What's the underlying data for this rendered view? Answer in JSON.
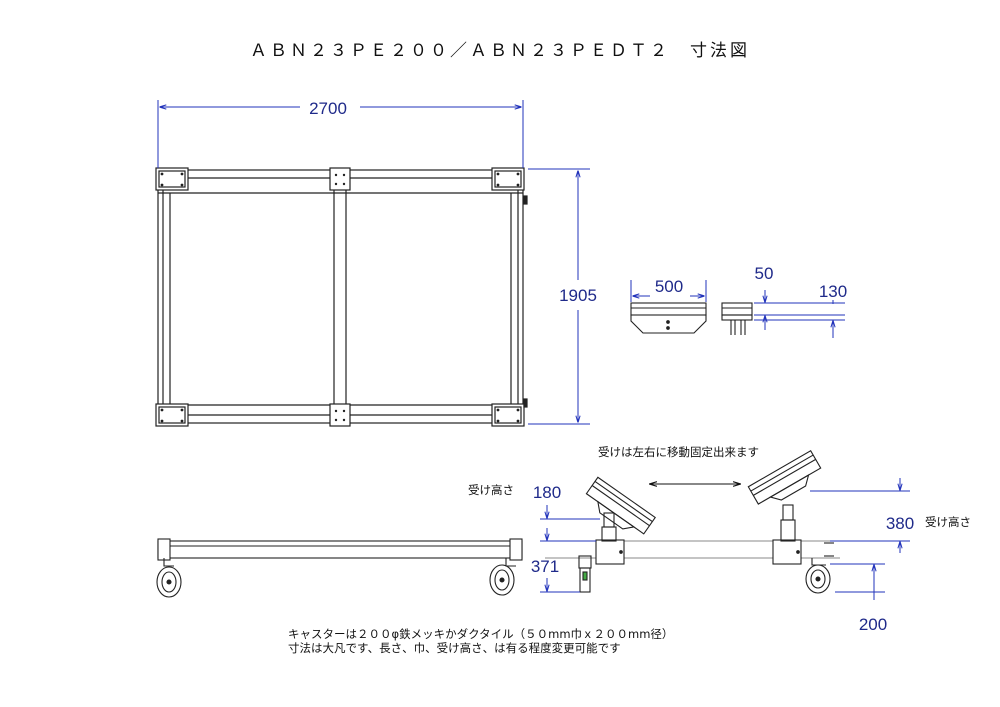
{
  "drawing": {
    "title": "ＡＢＮ２３ＰＥ２００／ＡＢＮ２３ＰＥＤＴ２　寸法図",
    "dimensions": {
      "width": "2700",
      "depth": "1905",
      "bracket_width": "500",
      "bracket_thickness": "50",
      "bracket_height": "130",
      "receiver_height_left": "180",
      "receiver_height_right": "380",
      "frame_height": "371",
      "caster_height": "200"
    },
    "labels": {
      "movable_note": "受けは左右に移動固定出来ます",
      "receiver_height_left": "受け高さ",
      "receiver_height_right": "受け高さ"
    },
    "notes": [
      "キャスターは２００φ鉄メッキかダクタイル（５０mm巾ｘ２００mm径）",
      "寸法は大凡です、長さ、巾、受け高さ、は有る程度変更可能です"
    ],
    "colors": {
      "dimension_text": "#1f2a8a",
      "dimension_line": "#2233bb",
      "outline": "#222222"
    }
  }
}
